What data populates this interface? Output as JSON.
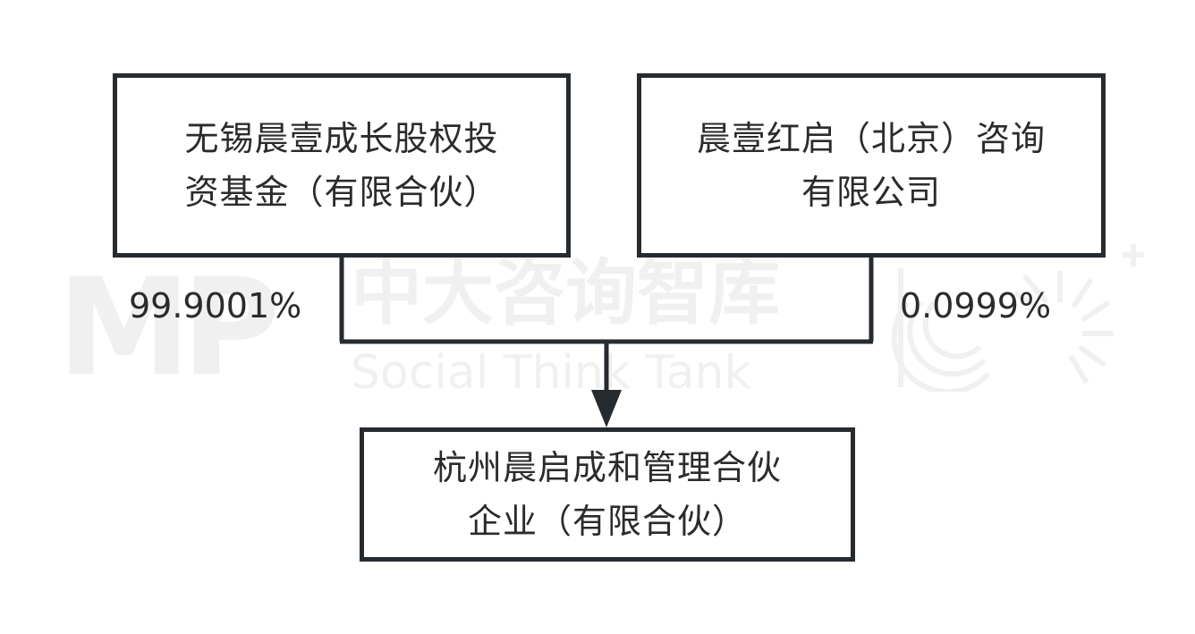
{
  "watermark": {
    "logo": "MP",
    "name_cn": "中大咨询智库",
    "name_en": "Social Think Tank"
  },
  "nodes": {
    "parent_left": {
      "line1": "无锡晨壹成长股权投",
      "line2": "资基金（有限合伙）"
    },
    "parent_right": {
      "line1": "晨壹红启（北京）咨询",
      "line2": "有限公司"
    },
    "child": {
      "line1": "杭州晨启成和管理合伙",
      "line2": "企业（有限合伙）"
    }
  },
  "edges": {
    "left_share": "99.9001%",
    "right_share": "0.0999%"
  },
  "colors": {
    "border": "#262b30",
    "text": "#2b2b2b",
    "watermark": "#f0f0f0"
  }
}
